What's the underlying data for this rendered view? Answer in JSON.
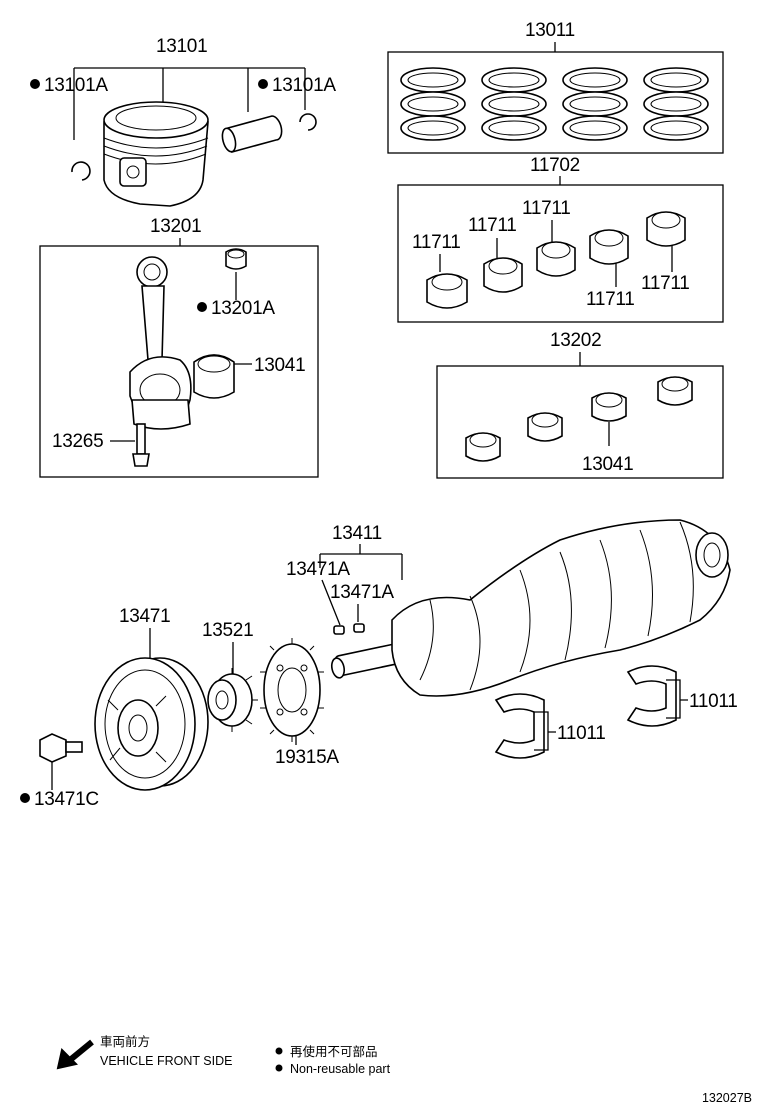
{
  "labels": {
    "p13101": "13101",
    "p13101A_left": "13101A",
    "p13101A_right": "13101A",
    "p13011": "13011",
    "p11702": "11702",
    "p11711_a": "11711",
    "p11711_b": "11711",
    "p11711_c": "11711",
    "p11711_d": "11711",
    "p11711_e": "11711",
    "p13201": "13201",
    "p13201A": "13201A",
    "p13041_rod": "13041",
    "p13265": "13265",
    "p13202": "13202",
    "p13041_set": "13041",
    "p13411": "13411",
    "p13471A_a": "13471A",
    "p13471A_b": "13471A",
    "p13471": "13471",
    "p13521": "13521",
    "p19315A": "19315A",
    "p11011_right": "11011",
    "p11011_lower": "11011",
    "p13471C": "13471C"
  },
  "legend": {
    "vehicle_front_jp": "車両前方",
    "vehicle_front_en": "VEHICLE FRONT SIDE",
    "nonreusable_jp": "再使用不可部品",
    "nonreusable_en": "Non-reusable part"
  },
  "figure_id": "132027B",
  "icons": {
    "nonreusable_marker": "filled-dot-icon",
    "front_direction": "arrow-down-left-icon"
  }
}
